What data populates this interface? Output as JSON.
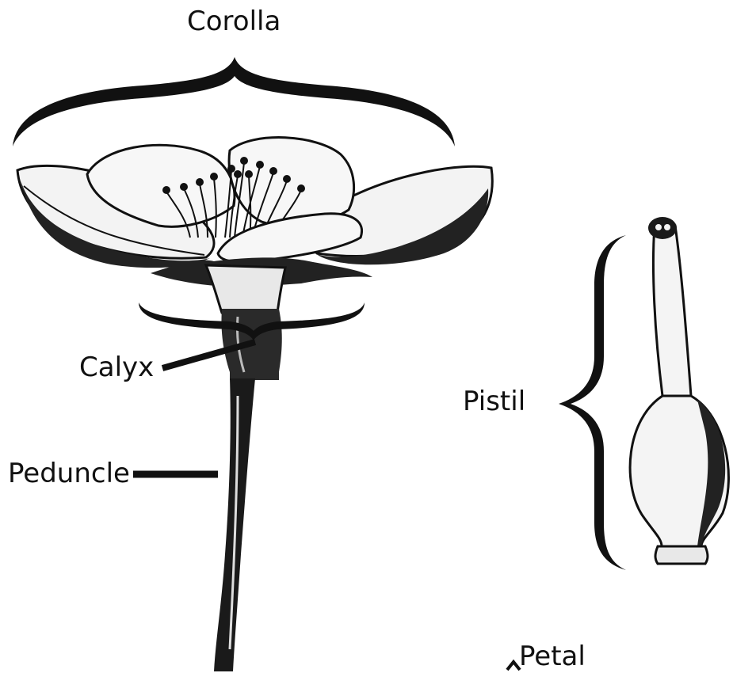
{
  "labels": {
    "corolla": "Corolla",
    "calyx": "Calyx",
    "peduncle": "Peduncle",
    "pistil": "Pistil",
    "petal": "Petal"
  },
  "colors": {
    "ink": "#111111",
    "background": "#ffffff"
  }
}
